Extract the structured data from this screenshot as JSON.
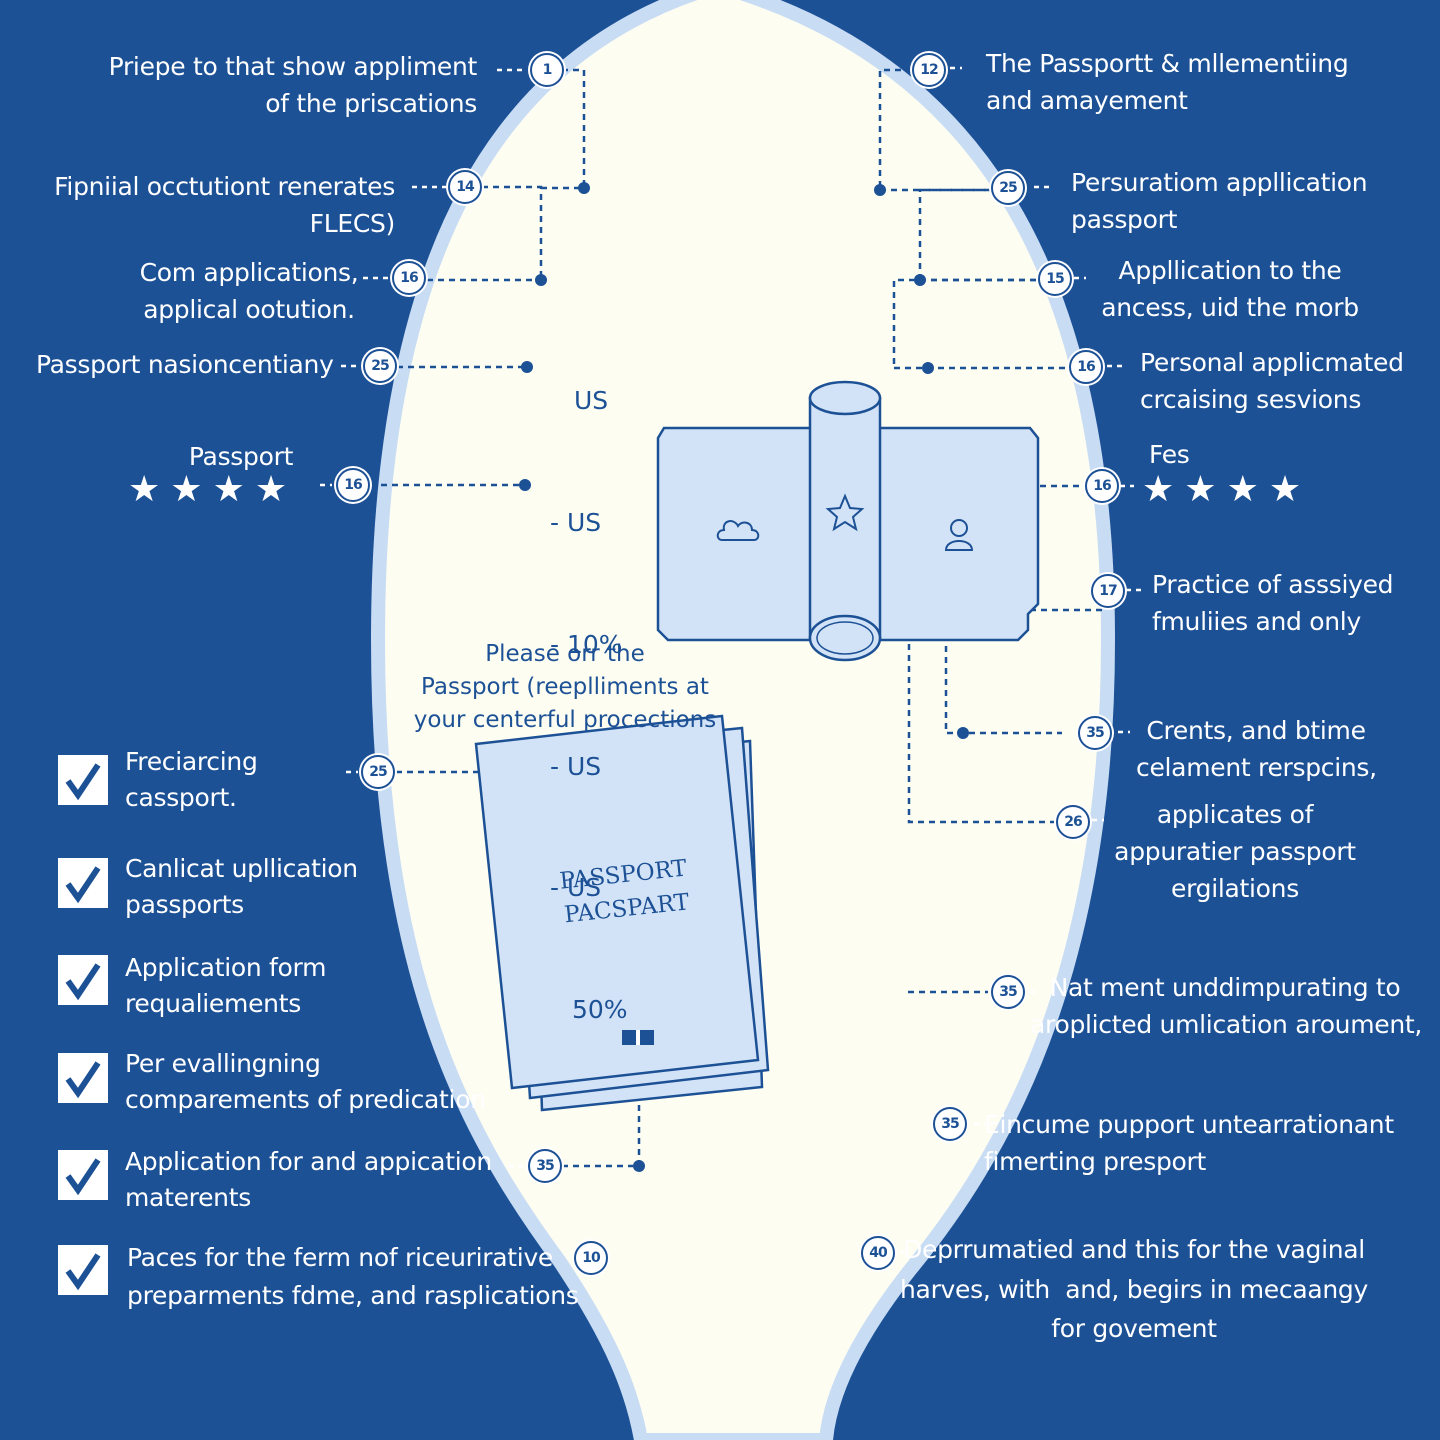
{
  "colors": {
    "background": "#1d5196",
    "panel": "#fdfdf2",
    "outline": "#c8dcf4",
    "accent": "#ffffff",
    "ink": "#1d5196",
    "fill": "#d3e3f7"
  },
  "left_callouts": [
    {
      "badge": "1",
      "text": "Priepe to that show appliment\nof the priscations"
    },
    {
      "badge": "14",
      "text": "Fipniial occtutiont renerates\nFLECS)"
    },
    {
      "badge": "16",
      "text": "Com applications,\napplical ootution."
    },
    {
      "badge": "25",
      "text": "Passport nasioncentiany"
    },
    {
      "badge": "16",
      "text": "Passport"
    }
  ],
  "right_callouts": [
    {
      "badge": "12",
      "text": "The Passportt & mllementiing\nand amayement"
    },
    {
      "badge": "25",
      "text": "Persuratiom appllication\npassport"
    },
    {
      "badge": "15",
      "text": "Appllication to the\nancess, uid the morb"
    },
    {
      "badge": "16",
      "text": "Personal applicmated\ncrcaising sesvions"
    },
    {
      "badge": "16",
      "text": "Fes"
    },
    {
      "badge": "17",
      "text": "Practice of asssiyed\nfmuliies and only"
    },
    {
      "badge": "35",
      "text": "Crents, and btime\ncelament rerspcins,"
    },
    {
      "badge": "26",
      "text": "applicates of\nappuratier passport\nergilations"
    },
    {
      "badge": "35",
      "text": "Nat ment unddimpurating to\naroplicted umlication aroument,"
    },
    {
      "badge": "35",
      "text": "Eincume pupport untearrationant\nfimerting presport"
    },
    {
      "badge": "40",
      "text": "Deprrumatied and this for the vaginal\nharves, with  and, begirs in mecaangy\nfor govement"
    }
  ],
  "checklist": [
    {
      "text": "Freciarcing\ncassport.",
      "badge": "25"
    },
    {
      "text": "Canlicat upllication\npassports"
    },
    {
      "text": "Application form\nrequaliements"
    },
    {
      "text": "Per evallingning\ncomparements of predication"
    },
    {
      "text": "Application for and appication\nmaterents",
      "badge": "35"
    },
    {
      "text": "Paces for the ferm nof riceurirative\npreparments fdme, and rasplications",
      "badge": "10"
    }
  ],
  "ratings": {
    "left_stars": 4,
    "right_stars": 4,
    "star_glyph": "★"
  },
  "fee_column": [
    "US",
    "- US",
    "- 10%",
    "- US",
    "- US",
    "50%"
  ],
  "note": "Please orr the\nPassport (reeplliments at\nyour centerful procections",
  "passport_cover": [
    "PASSPORT",
    "PACSPART"
  ],
  "icons": [
    "cloud-icon",
    "star-icon",
    "person-icon",
    "check-icon",
    "star-rating-icon"
  ]
}
